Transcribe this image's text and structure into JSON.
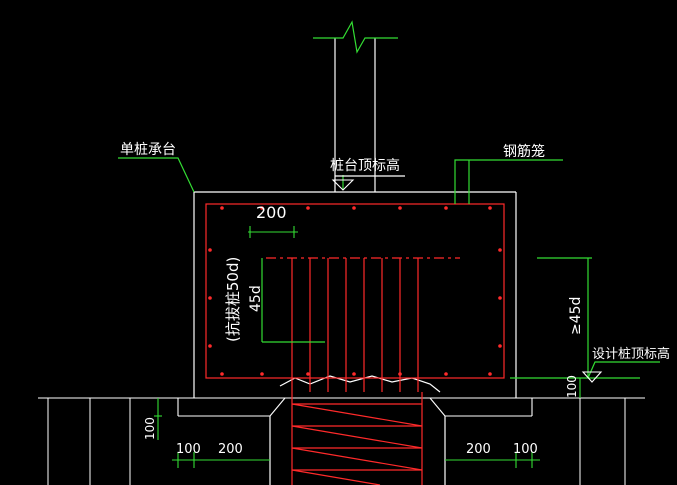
{
  "colors": {
    "background": "#000000",
    "outline": "#ffffff",
    "rebar": "#ff2a2a",
    "annotation": "#33dd33",
    "label": "#ffffff"
  },
  "labels": {
    "single_pile_cap": "单桩承台",
    "cap_top_elevation": "桩台顶标高",
    "rebar_cage": "钢筋笼",
    "design_pile_top_elevation": "设计桩顶标高",
    "anchor_length": "(抗拔桩50d)",
    "anchor_45d": "45d",
    "min_45d": "≥45d"
  },
  "dimensions": {
    "top_200": "200",
    "left_100_vertical": "100",
    "left_100": "100",
    "left_200": "200",
    "right_200": "200",
    "right_100": "100",
    "right_100_vertical": "100"
  }
}
